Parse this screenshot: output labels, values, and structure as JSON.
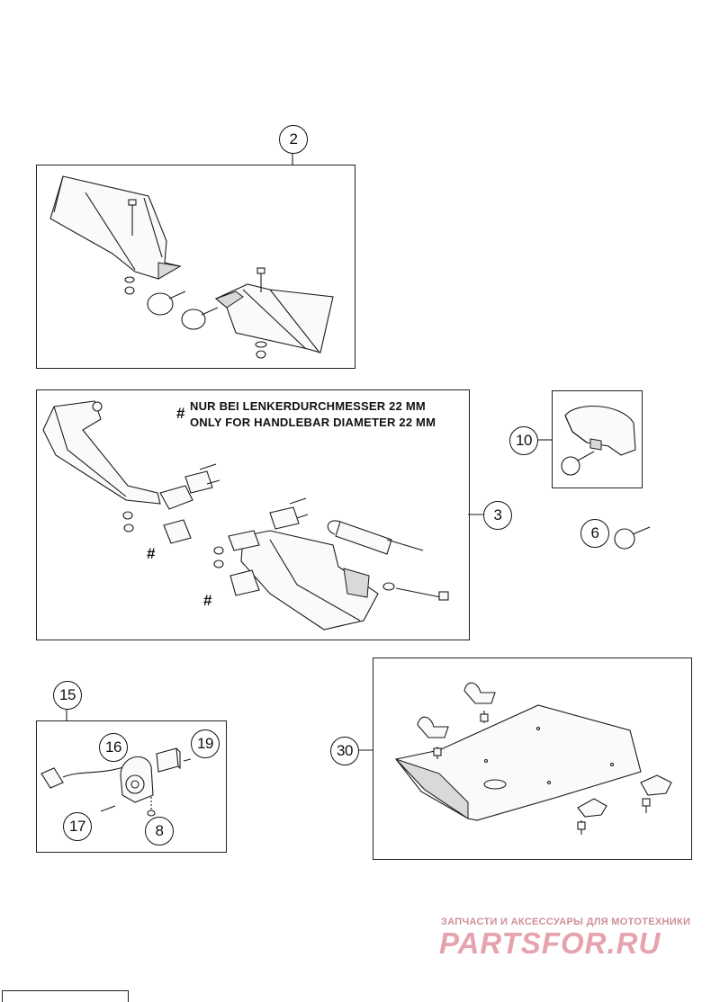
{
  "callouts": {
    "c2": "2",
    "c3": "3",
    "c6": "6",
    "c8": "8",
    "c10": "10",
    "c15": "15",
    "c16": "16",
    "c17": "17",
    "c19": "19",
    "c30": "30"
  },
  "note": {
    "line1": "NUR BEI LENKERDURCHMESSER 22 MM",
    "line2": "ONLY FOR HANDLEBAR DIAMETER 22 MM",
    "marker": "#"
  },
  "markers": {
    "hash": "#"
  },
  "watermark": {
    "tagline": "ЗАПЧАСТИ И АКСЕССУАРЫ ДЛЯ МОТОТЕХНИКИ",
    "brand": "PARTSFOR.RU"
  },
  "footer": {
    "code": ""
  }
}
